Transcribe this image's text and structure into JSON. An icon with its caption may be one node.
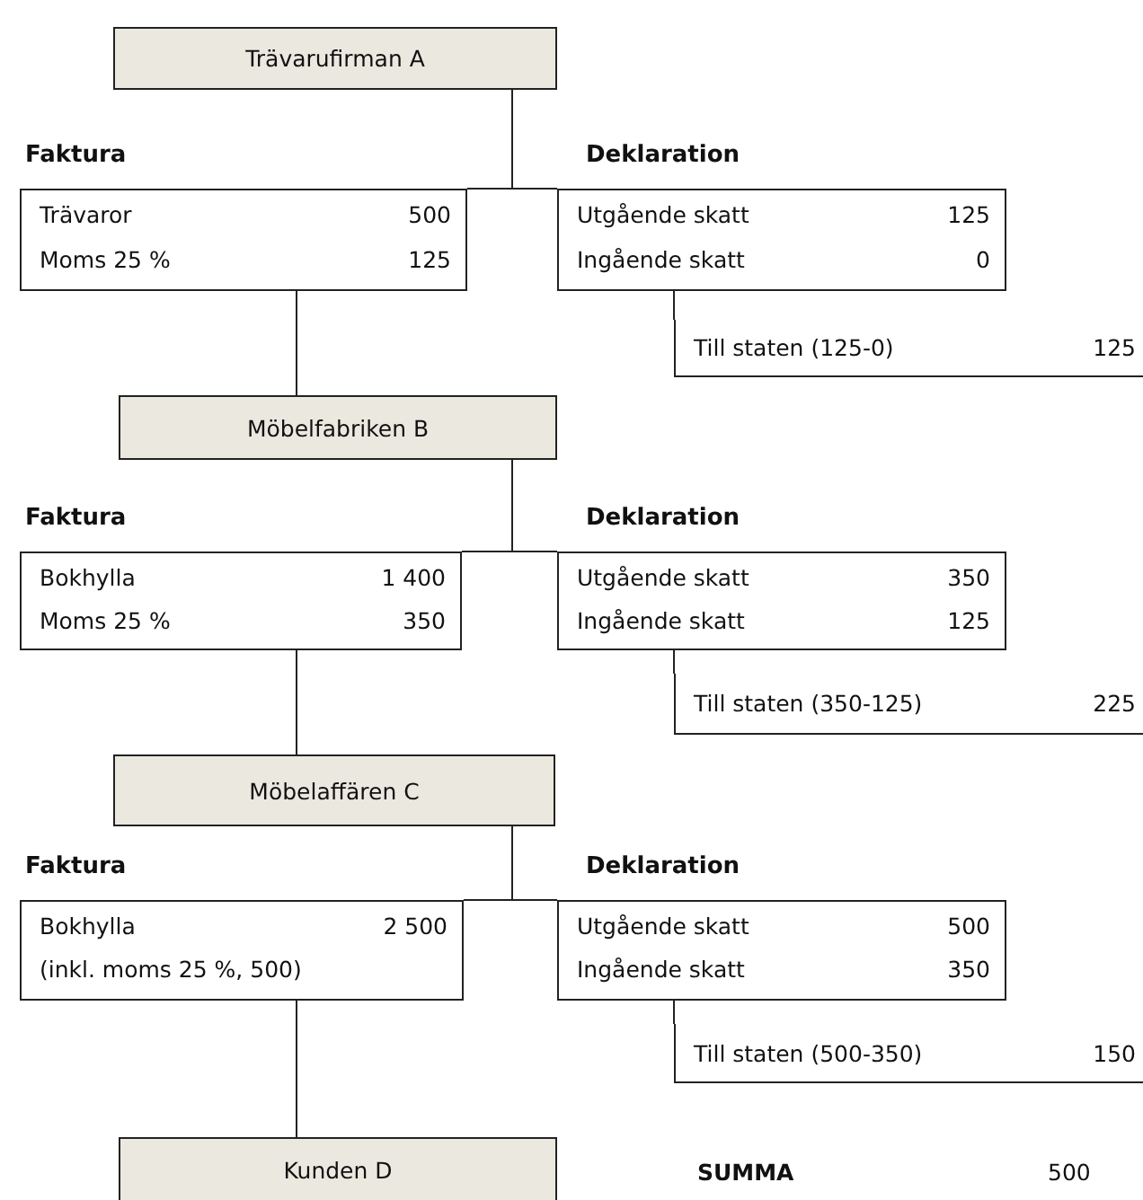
{
  "diagram": {
    "nodes": [
      {
        "text": [
          "Trävarufirman A"
        ]
      },
      {
        "text": [
          "Faktura",
          "Trävaror",
          "500",
          "Moms 25 %",
          "125"
        ]
      },
      {
        "text": [
          "Deklaration",
          "Utgående skatt",
          "125",
          "Ingående skatt",
          "0"
        ]
      },
      {
        "text": [
          "Till staten (125-0)",
          "125"
        ]
      },
      {
        "text": [
          "Möbelfabriken B"
        ]
      },
      {
        "text": [
          "Faktura",
          "Bokhylla",
          "1 400",
          "Moms 25 %",
          "350"
        ]
      },
      {
        "text": [
          "Deklaration",
          "Utgående skatt",
          "350",
          "Ingående skatt",
          "125"
        ]
      },
      {
        "text": [
          "Till staten (350-125)",
          "225"
        ]
      },
      {
        "text": [
          "Möbelaffären C"
        ]
      },
      {
        "text": [
          "Faktura",
          "Bokhylla",
          "2 500",
          "(inkl. moms 25 %, 500)"
        ]
      },
      {
        "text": [
          "Deklaration",
          "Utgående skatt",
          "500",
          "Ingående skatt",
          "350"
        ]
      },
      {
        "text": [
          "Till staten (500-350)",
          "150"
        ]
      },
      {
        "text": [
          "Kunden D"
        ]
      }
    ],
    "edges": [
      {
        "from": 0,
        "to": 1,
        "arrow": "none"
      },
      {
        "from": 0,
        "to": 2,
        "arrow": "none"
      },
      {
        "from": 1,
        "to": 4,
        "arrow": "none"
      },
      {
        "from": 2,
        "to": 3,
        "arrow": "none"
      },
      {
        "from": 4,
        "to": 5,
        "arrow": "none"
      },
      {
        "from": 4,
        "to": 6,
        "arrow": "none"
      },
      {
        "from": 5,
        "to": 8,
        "arrow": "none"
      },
      {
        "from": 6,
        "to": 7,
        "arrow": "none"
      },
      {
        "from": 8,
        "to": 9,
        "arrow": "none"
      },
      {
        "from": 8,
        "to": 10,
        "arrow": "none"
      },
      {
        "from": 9,
        "to": 12,
        "arrow": "none"
      },
      {
        "from": 10,
        "to": 11,
        "arrow": "none"
      }
    ],
    "labels": [
      "SUMMA",
      "500"
    ]
  }
}
